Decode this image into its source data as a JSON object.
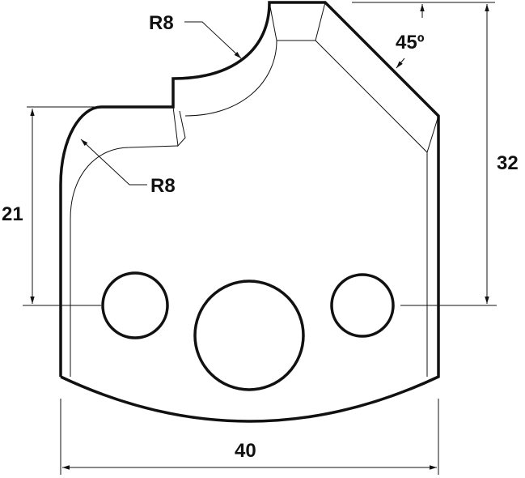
{
  "labels": {
    "radius_top": "R8",
    "radius_left": "R8",
    "angle": "45º",
    "height_left": "21",
    "height_right": "32",
    "width_bottom": "40"
  },
  "colors": {
    "line": "#111111",
    "background": "#ffffff"
  }
}
